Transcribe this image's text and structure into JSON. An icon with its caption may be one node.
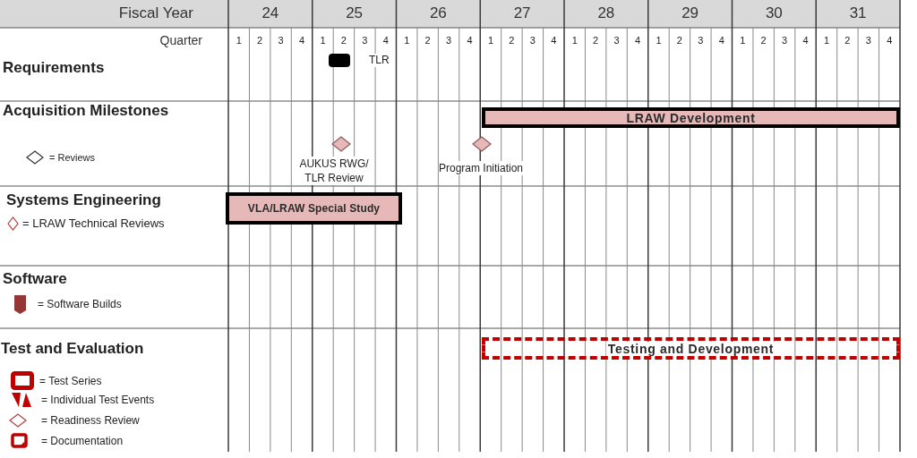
{
  "diagram": {
    "nodes": [
      {
        "text": [],
        "shape": "bar",
        "beside": [
          "TLR"
        ]
      },
      {
        "text": [
          "LRAW Development"
        ]
      },
      {
        "text": [],
        "shape": "diamond",
        "beside": [
          "AUKUS RWG/ TLR Review"
        ]
      },
      {
        "text": [],
        "shape": "diamond",
        "beside": [
          "Program Initiation"
        ]
      },
      {
        "text": [
          "VLA/LRAW Special Study"
        ]
      },
      {
        "text": [
          "Testing and Development"
        ]
      }
    ],
    "labels": [
      "Fiscal Year",
      "24",
      "25",
      "26",
      "27",
      "28",
      "29",
      "30",
      "31",
      "Quarter",
      "1",
      "2",
      "3",
      "4",
      "1",
      "2",
      "3",
      "4",
      "1",
      "2",
      "3",
      "4",
      "1",
      "2",
      "3",
      "4",
      "1",
      "2",
      "3",
      "4",
      "1",
      "2",
      "3",
      "4",
      "1",
      "2",
      "3",
      "4",
      "1",
      "2",
      "3",
      "4",
      "Requirements",
      "Acquisition Milestones",
      "Systems Engineering",
      "Software",
      "Test and Evaluation"
    ],
    "legend": [
      {
        "text": "= Reviews"
      },
      {
        "text": "= LRAW Technical Reviews"
      },
      {
        "text": "= Software Builds"
      },
      {
        "text": "= Test Series"
      },
      {
        "text": "= Individual Test Events"
      },
      {
        "text": "= Readiness Review"
      },
      {
        "text": "= Documentation"
      }
    ]
  }
}
